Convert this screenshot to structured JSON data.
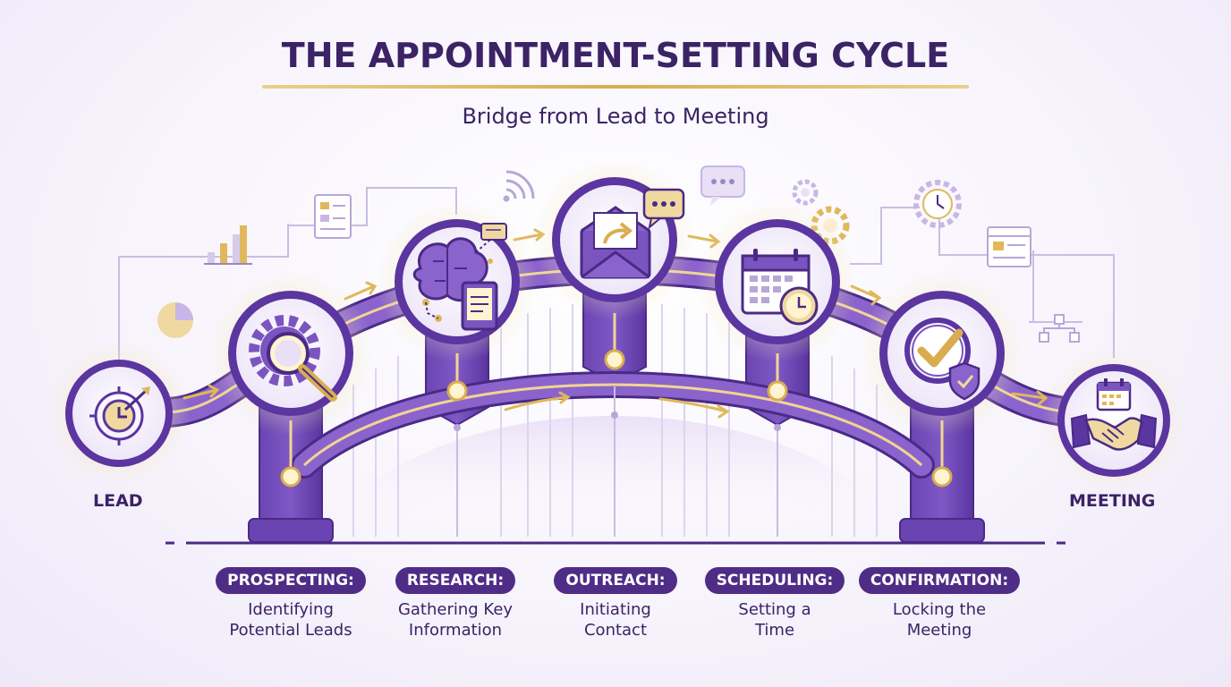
{
  "header": {
    "title": "THE APPOINTMENT-SETTING CYCLE",
    "subtitle": "Bridge from Lead to Meeting"
  },
  "endpoints": {
    "start": "LEAD",
    "end": "MEETING"
  },
  "steps": [
    {
      "label": "PROSPECTING:",
      "line1": "Identifying",
      "line2": "Potential Leads",
      "icon": "magnifier-gear-icon"
    },
    {
      "label": "RESEARCH:",
      "line1": "Gathering Key",
      "line2": "Information",
      "icon": "brain-icon"
    },
    {
      "label": "OUTREACH:",
      "line1": "Initiating",
      "line2": "Contact",
      "icon": "envelope-icon"
    },
    {
      "label": "SCHEDULING:",
      "line1": "Setting a",
      "line2": "Time",
      "icon": "calendar-clock-icon"
    },
    {
      "label": "CONFIRMATION:",
      "line1": "Locking the",
      "line2": "Meeting",
      "icon": "checkmark-shield-icon"
    }
  ],
  "colors": {
    "primary": "#5b35a0",
    "dark": "#3b2366",
    "light": "#ece4f8",
    "gold": "#e0b85a"
  }
}
